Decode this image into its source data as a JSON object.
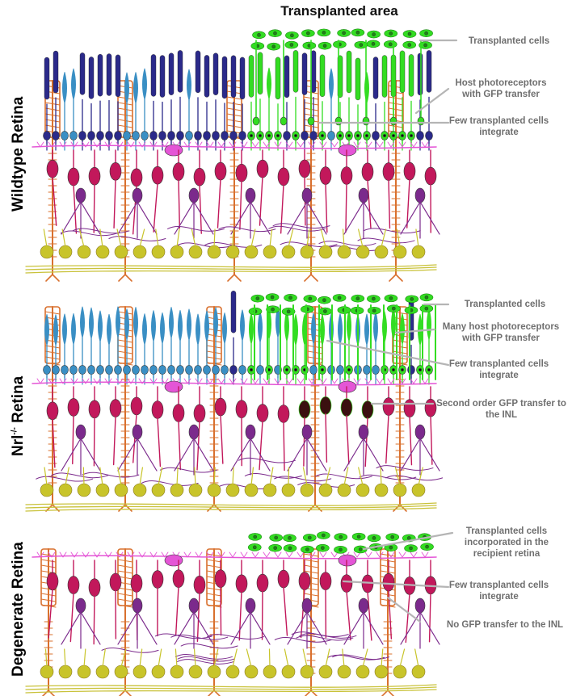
{
  "title": "Transplanted area",
  "panels": [
    {
      "label_main": "Wildtype Retina",
      "label_sup": "",
      "label_rest": "",
      "annotations": [
        "Transplanted cells",
        "Host photoreceptors with GFP transfer",
        "Few transplanted cells integrate"
      ]
    },
    {
      "label_main": "Nrl",
      "label_sup": "-/-",
      "label_rest": " Retina",
      "annotations": [
        "Transplanted cells",
        "Many host photoreceptors with GFP transfer",
        "Few transplanted cells integrate",
        "Second order GFP transfer to the INL"
      ]
    },
    {
      "label_main": "Degenerate Retina",
      "label_sup": "",
      "label_rest": "",
      "annotations": [
        "Transplanted cells incorporated in the recipient retina",
        "Few transplanted cells integrate",
        "No GFP transfer to the INL"
      ]
    }
  ],
  "colors": {
    "rod": "#2b2a8a",
    "cone": "#3a8fc4",
    "gfp": "#33dd22",
    "muller": "#d9702e",
    "horizontal": "#e455d6",
    "bipolar": "#c2185b",
    "amacrine": "#7b2a8c",
    "ganglion": "#c8c42a",
    "nerve": "#c9c23a",
    "annotation": "#6f6f6f"
  }
}
